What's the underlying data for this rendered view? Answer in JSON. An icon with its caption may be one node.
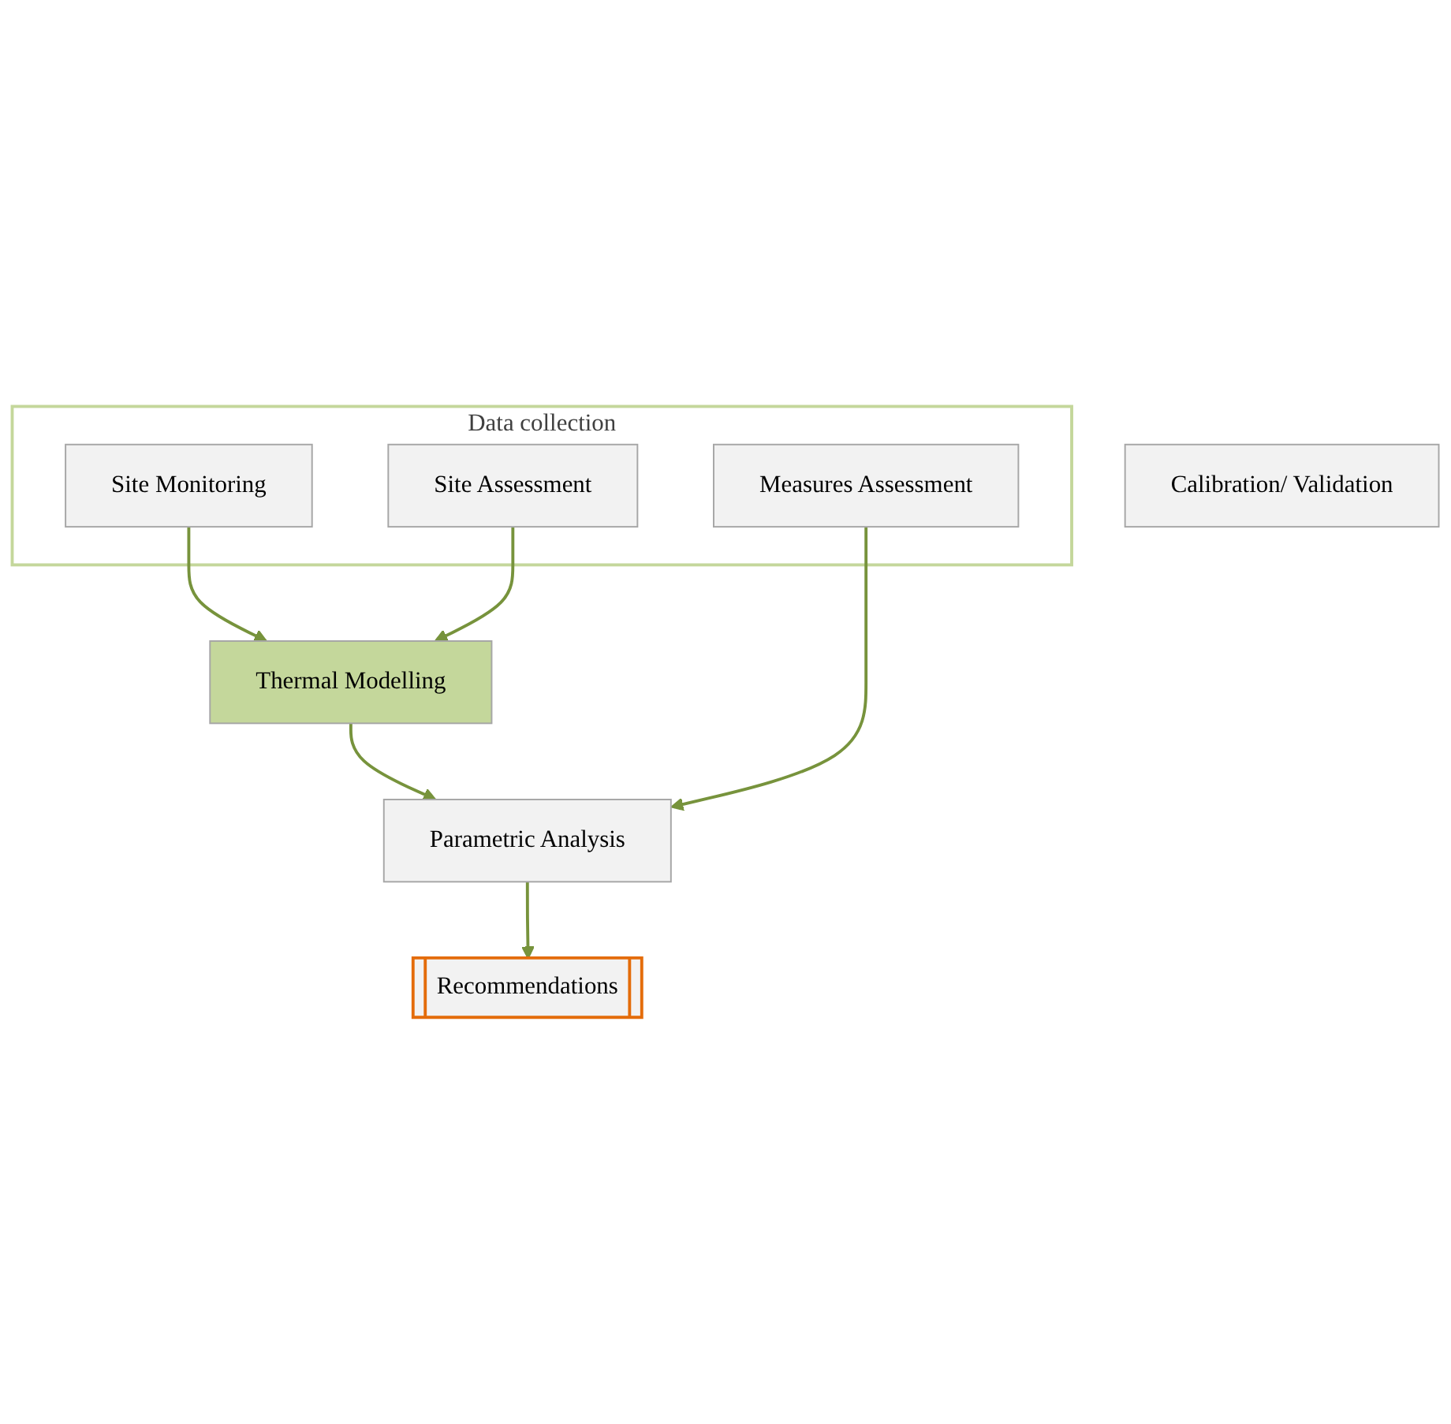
{
  "diagram": {
    "nodes": [
      {
        "text": [
          "Data collection"
        ]
      },
      {
        "text": [
          "Site Monitoring"
        ],
        "in": 0
      },
      {
        "text": [
          "Site Assessment"
        ],
        "in": 0
      },
      {
        "text": [
          "Measures Assessment"
        ],
        "in": 0
      },
      {
        "text": [
          "Thermal Modelling"
        ]
      },
      {
        "text": [
          "Calibration/ Validation"
        ]
      },
      {
        "text": [
          "Parametric Analysis"
        ]
      },
      {
        "text": [
          "Recommendations"
        ]
      }
    ],
    "edges": [
      {
        "from": 1,
        "to": 4,
        "arrow": "to"
      },
      {
        "from": 2,
        "to": 4,
        "arrow": "to"
      },
      {
        "from": 4,
        "to": 6,
        "arrow": "to"
      },
      {
        "from": 3,
        "to": 6,
        "arrow": "to"
      },
      {
        "from": 6,
        "to": 7,
        "arrow": "to"
      }
    ]
  }
}
